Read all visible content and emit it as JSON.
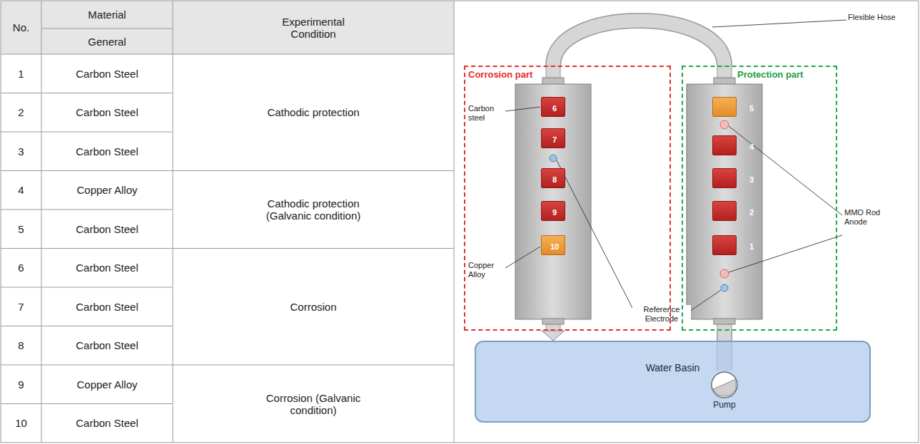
{
  "diagram": {
    "nodes": [
      {
        "text": [
          "Corrosion part"
        ]
      },
      {
        "text": [
          "6"
        ],
        "in": 0
      },
      {
        "text": [
          "7"
        ],
        "in": 0
      },
      {
        "text": [
          "8"
        ],
        "in": 0
      },
      {
        "text": [
          "9"
        ],
        "in": 0
      },
      {
        "text": [
          "10"
        ],
        "in": 0
      },
      {
        "text": [
          "Protection part"
        ]
      },
      {
        "text": [
          "5"
        ],
        "in": 6
      },
      {
        "text": [
          "4"
        ],
        "in": 6
      },
      {
        "text": [
          "3"
        ],
        "in": 6
      },
      {
        "text": [
          "2"
        ],
        "in": 6
      },
      {
        "text": [
          "1"
        ],
        "in": 6
      },
      {
        "text": [
          "Water Basin"
        ]
      },
      {
        "text": [
          "Pump"
        ],
        "in": 12
      }
    ],
    "edges": [
      {
        "from": 0,
        "to": 12,
        "arrow": "to"
      },
      {
        "from": 13,
        "to": 6,
        "arrow": "none"
      },
      {
        "from": 6,
        "to": 0,
        "arrow": "none"
      }
    ],
    "labels": [
      "No.",
      "Material",
      "General",
      "Experimental Condition",
      "1",
      "Carbon Steel",
      "Cathodic protection",
      "2",
      "Carbon Steel",
      "3",
      "Carbon Steel",
      "4",
      "Copper Alloy",
      "Cathodic protection (Galvanic condition)",
      "5",
      "Carbon Steel",
      "6",
      "Carbon Steel",
      "Corrosion",
      "7",
      "Carbon Steel",
      "8",
      "Carbon Steel",
      "9",
      "Copper Alloy",
      "Corrosion (Galvanic condition)",
      "10",
      "Carbon Steel",
      "Flexible Hose",
      "Carbon steel",
      "Copper Alloy",
      "Reference Electrode",
      "MMO Rod Anode"
    ]
  }
}
